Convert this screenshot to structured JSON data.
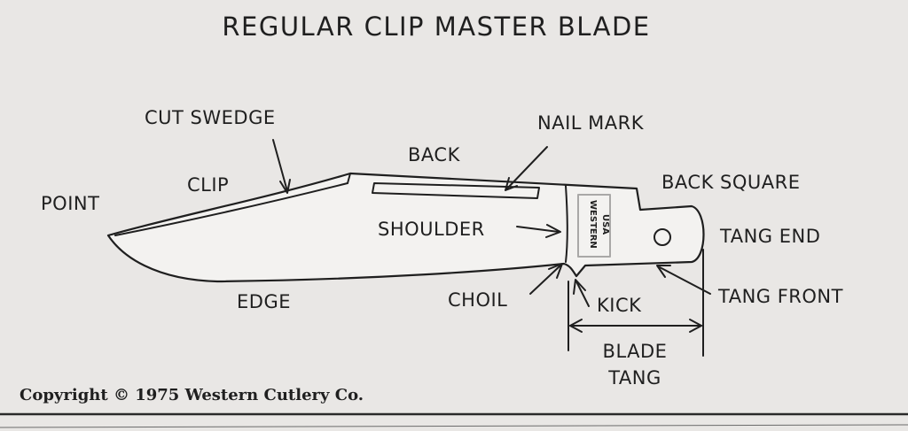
{
  "title": "REGULAR CLIP MASTER BLADE",
  "labels": {
    "cut_swedge": "CUT SWEDGE",
    "nail_mark": "NAIL MARK",
    "back": "BACK",
    "clip": "CLIP",
    "point": "POINT",
    "back_square": "BACK SQUARE",
    "shoulder": "SHOULDER",
    "tang_end": "TANG END",
    "edge": "EDGE",
    "choil": "CHOIL",
    "kick": "KICK",
    "tang_front": "TANG  FRONT",
    "blade_tang_line1": "BLADE",
    "blade_tang_line2": "TANG"
  },
  "stamp": {
    "line1": "WESTERN",
    "line2": "USA"
  },
  "copyright": "Copyright © 1975 Western Cutlery Co."
}
